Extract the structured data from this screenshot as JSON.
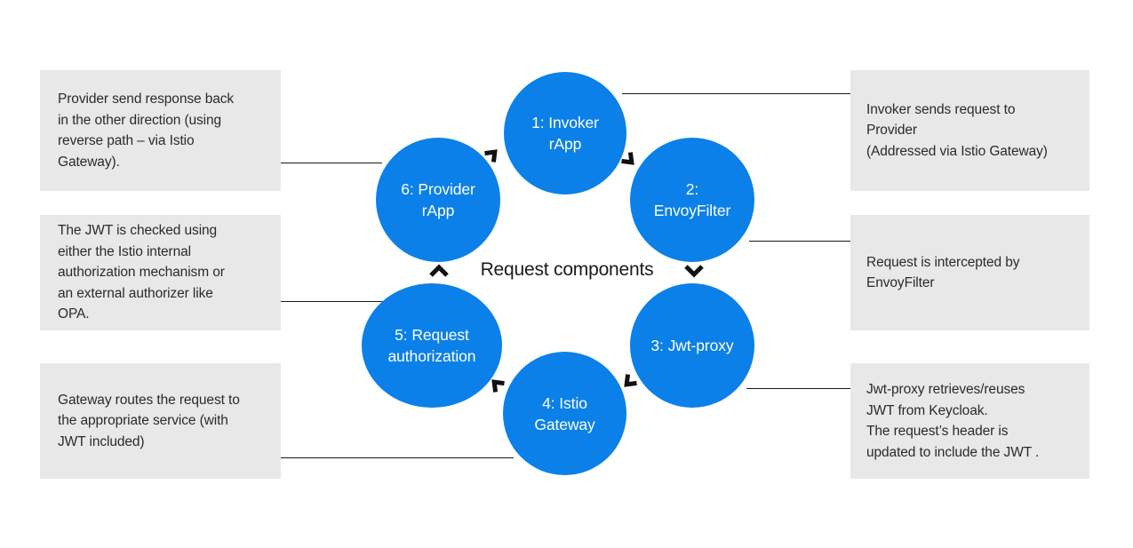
{
  "diagram": {
    "center_label": "Request components",
    "accent_color": "#0b80e8",
    "callout_bg": "#e8e8e8",
    "text_color": "#2b2b2b",
    "line_color": "#1b1b1b",
    "cropped_title": "",
    "nodes": [
      {
        "id": 1,
        "label": "1: Invoker\nrApp"
      },
      {
        "id": 2,
        "label": "2:\nEnvoyFilter"
      },
      {
        "id": 3,
        "label": "3: Jwt-proxy"
      },
      {
        "id": 4,
        "label": "4: Istio\nGateway"
      },
      {
        "id": 5,
        "label": "5: Request\nauthorization"
      },
      {
        "id": 6,
        "label": "6: Provider\nrApp"
      }
    ],
    "callouts_right": [
      {
        "for_node": 1,
        "text": "Invoker sends request to\nProvider\n(Addressed via Istio Gateway)"
      },
      {
        "for_node": 2,
        "text": "Request is intercepted by\nEnvoyFilter"
      },
      {
        "for_node": 3,
        "text": "Jwt-proxy retrieves/reuses\nJWT from Keycloak.\nThe request’s header is\nupdated to include the JWT ."
      }
    ],
    "callouts_left": [
      {
        "for_node": 6,
        "text": "Provider send response back\nin the other direction (using\nreverse path – via Istio\nGateway)."
      },
      {
        "for_node": 5,
        "text": "The JWT is checked using\neither the Istio internal\nauthorization mechanism or\nan external authorizer like\nOPA."
      },
      {
        "for_node": 4,
        "text": "Gateway routes the request to\nthe appropriate service (with\nJWT included)"
      }
    ],
    "arrows": [
      {
        "name": "arrow-6-to-1",
        "direction": "up-right"
      },
      {
        "name": "arrow-1-to-2",
        "direction": "down-right"
      },
      {
        "name": "arrow-3-to-4",
        "direction": "down-left"
      },
      {
        "name": "arrow-4-to-5",
        "direction": "up-left"
      },
      {
        "name": "caption-chevron-up",
        "direction": "up"
      },
      {
        "name": "caption-chevron-down",
        "direction": "down"
      }
    ]
  }
}
